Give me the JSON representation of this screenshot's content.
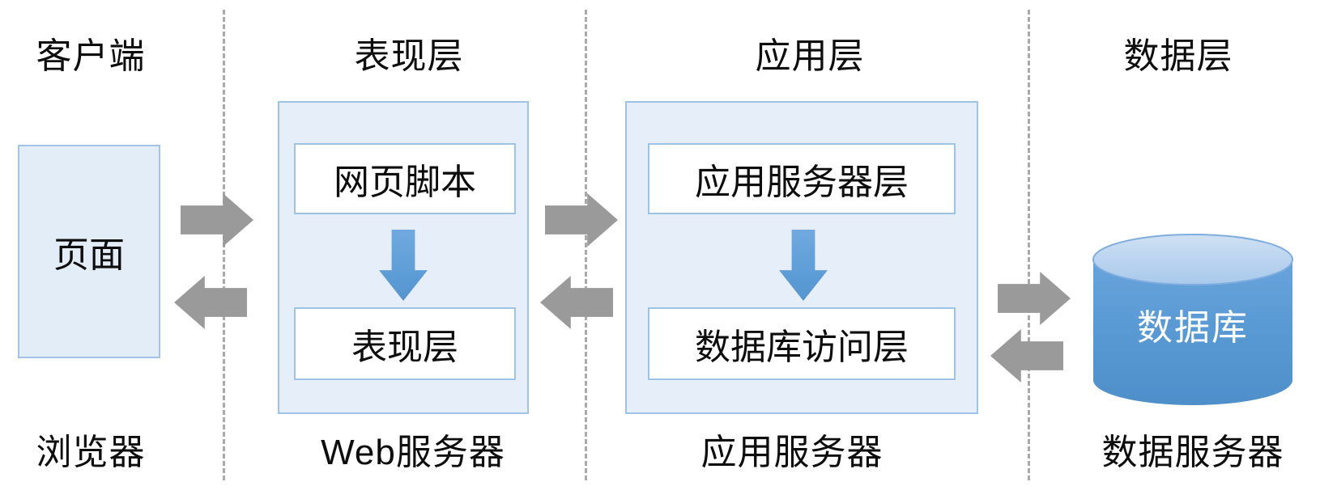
{
  "lanes": [
    {
      "header": "客户端",
      "footer": "浏览器"
    },
    {
      "header": "表现层",
      "footer": "Web服务器"
    },
    {
      "header": "应用层",
      "footer": "应用服务器"
    },
    {
      "header": "数据层",
      "footer": "数据服务器"
    }
  ],
  "client": {
    "page_box": "页面"
  },
  "web_server": {
    "script_box": "网页脚本",
    "presentation_box": "表现层"
  },
  "app_server": {
    "app_layer_box": "应用服务器层",
    "db_access_box": "数据库访问层"
  },
  "data_server": {
    "database": "数据库"
  },
  "icons": {
    "flow_right": "gray right block arrow",
    "flow_left": "gray left block arrow",
    "flow_down": "blue down block arrow",
    "database": "blue cylinder"
  },
  "colors": {
    "container_fill": "#e5eef9",
    "container_border": "#9dc3e6",
    "page_box_fill": "#e3edf8",
    "arrow_blue": "#5b9bd5",
    "arrow_gray": "#9a9a9a",
    "divider_gray": "#a9a9a9",
    "database_fill": "#5b9bd5",
    "database_top_fill": "#bcd5ef",
    "text_color": "#0d0d0d",
    "database_text_color": "#ffffff"
  }
}
